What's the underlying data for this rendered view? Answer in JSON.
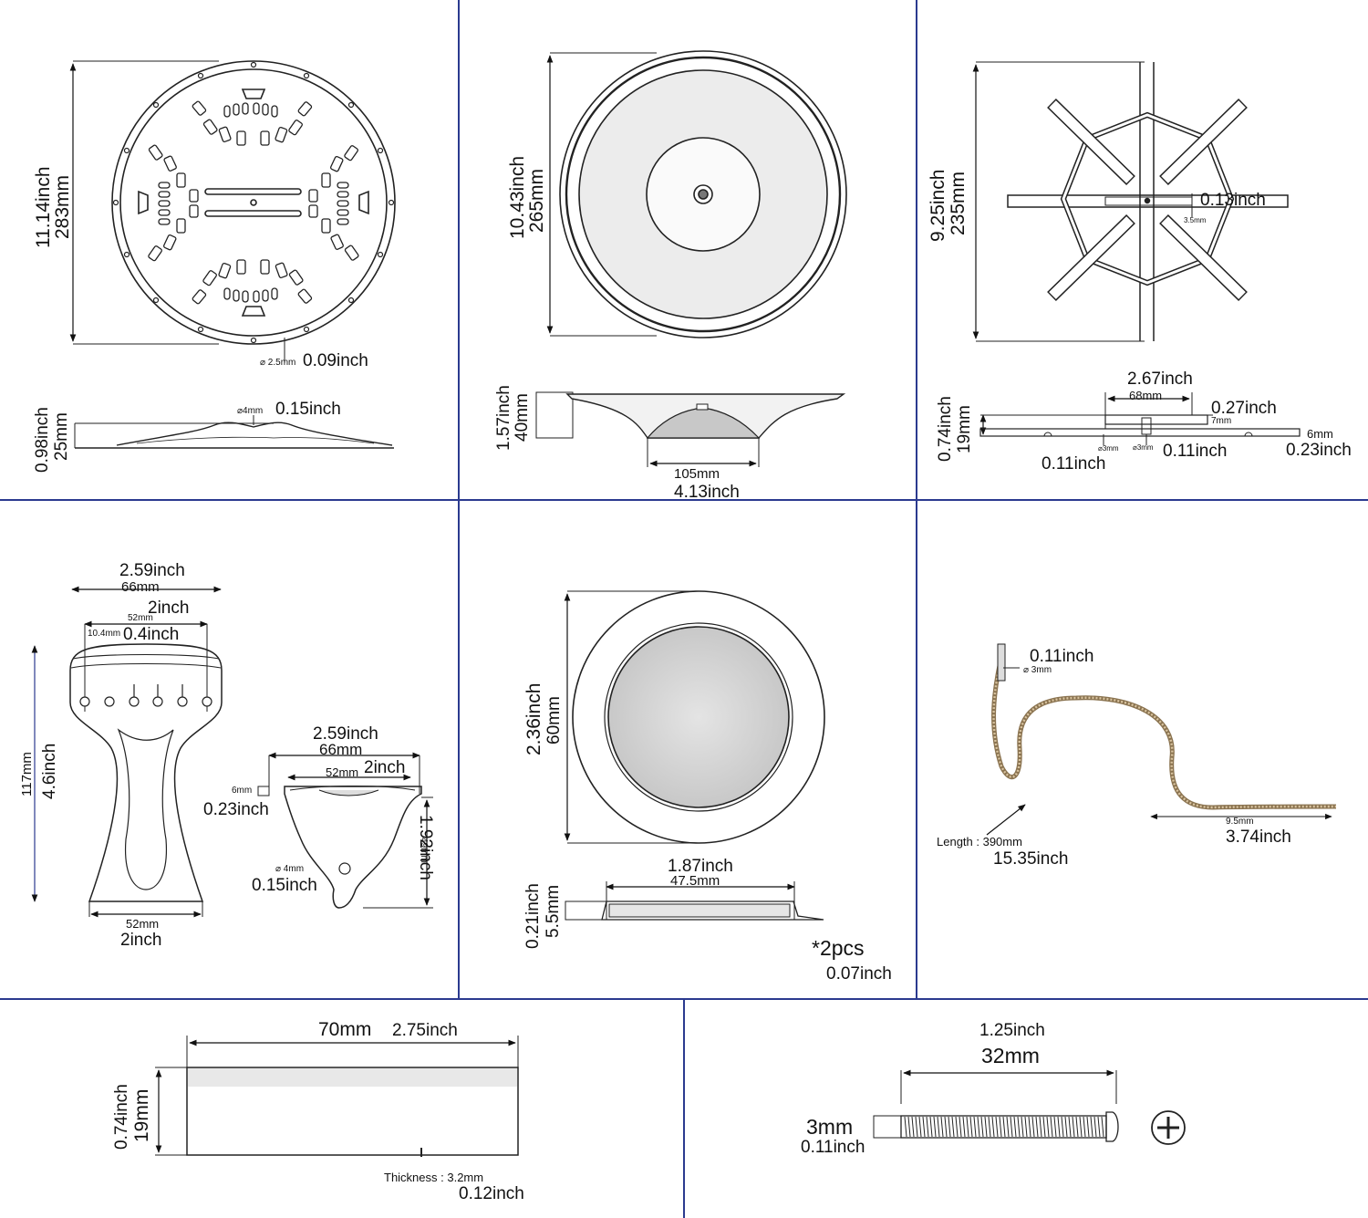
{
  "colors": {
    "grid": "#2b3a8f",
    "line": "#222222",
    "dim": "#111111",
    "fill_grey": "#d2d2d2",
    "braid": "#b89a6a"
  },
  "panel_cone_cover": {
    "height_inch": "11.14inch",
    "height_mm": "283mm",
    "hole_mm": "⌀ 2.5mm",
    "hole_inch": "0.09inch",
    "depth_inch": "0.98inch",
    "depth_mm": "25mm",
    "center_hole_mm": "⌀4mm",
    "center_hole_inch": "0.15inch"
  },
  "panel_cone": {
    "height_inch": "10.43inch",
    "height_mm": "265mm",
    "depth_inch": "1.57inch",
    "depth_mm": "40mm",
    "base_mm": "105mm",
    "base_inch": "4.13inch"
  },
  "panel_spider": {
    "height_inch": "9.25inch",
    "height_mm": "235mm",
    "slot_inch": "0.13inch",
    "slot_mm": "3.5mm",
    "width_inch": "2.67inch",
    "width_mm": "68mm",
    "thick_inch": "0.27inch",
    "thick_mm": "7mm",
    "total_inch": "0.74inch",
    "total_mm": "19mm",
    "hole1_mm": "⌀3mm",
    "hole1_inch": "0.11inch",
    "hole2_mm": "⌀3mm",
    "hole2_inch": "0.11inch",
    "end_mm": "6mm",
    "end_inch": "0.23inch"
  },
  "panel_tailpiece": {
    "top_inch": "2.59inch",
    "top_mm": "66mm",
    "inner_inch": "2inch",
    "inner_mm": "52mm",
    "hole_mm": "10.4mm",
    "hole_inch": "0.4inch",
    "height_mm": "117mm",
    "height_inch": "4.6inch",
    "bottom_mm": "52mm",
    "bottom_inch": "2inch",
    "side_top_inch": "2.59inch",
    "side_top_mm": "66mm",
    "side_inner_mm": "52mm",
    "side_inner_inch": "2inch",
    "side_lip_mm": "6mm",
    "side_lip_inch": "0.23inch",
    "side_height_inch": "1.92inch",
    "side_height_mm": "49mm",
    "side_hole_mm": "⌀ 4mm",
    "side_hole_inch": "0.15inch"
  },
  "panel_disc": {
    "height_inch": "2.36inch",
    "height_mm": "60mm",
    "width_inch": "1.87inch",
    "width_mm": "47.5mm",
    "depth_inch": "0.21inch",
    "depth_mm": "5.5mm",
    "qty": "*2pcs",
    "thick_inch": "0.07inch"
  },
  "panel_cable": {
    "dia_inch": "0.11inch",
    "dia_mm": "⌀ 3mm",
    "end_mm": "9.5mm",
    "end_inch": "3.74inch",
    "length_label": "Length : 390mm",
    "length_inch": "15.35inch"
  },
  "panel_bar": {
    "length_mm": "70mm",
    "length_inch": "2.75inch",
    "height_inch": "0.74inch",
    "height_mm": "19mm",
    "thickness_label": "Thickness : 3.2mm",
    "thickness_inch": "0.12inch"
  },
  "panel_screw": {
    "length_inch": "1.25inch",
    "length_mm": "32mm",
    "dia_mm": "3mm",
    "dia_inch": "0.11inch"
  }
}
